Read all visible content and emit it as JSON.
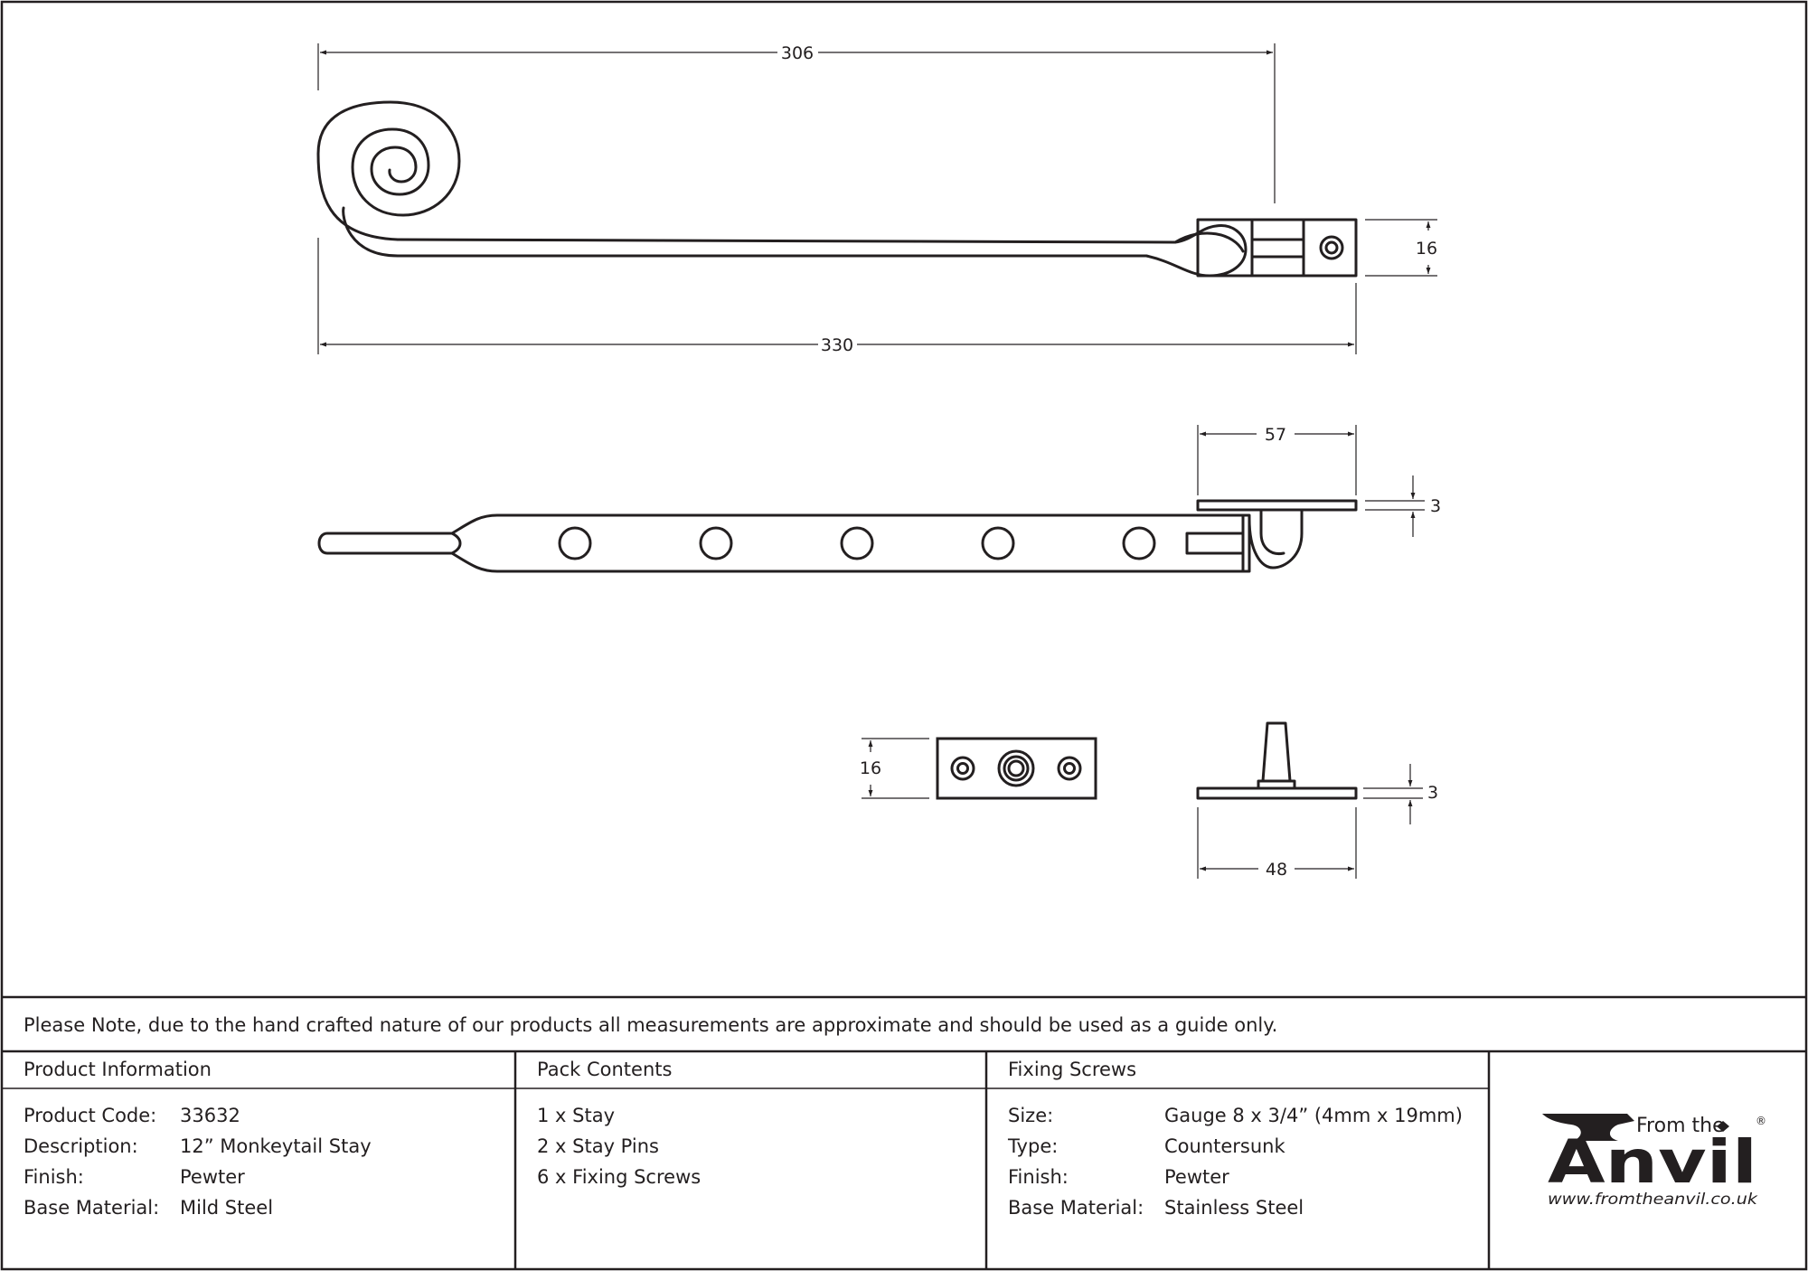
{
  "drawing": {
    "top_view": {
      "overall_length_dim": "330",
      "arm_length_dim": "306",
      "height_dim": "16"
    },
    "side_view": {
      "bracket_length_dim": "57",
      "plate_thickness_dim": "3"
    },
    "pin_plate_top": {
      "width_dim": "16"
    },
    "pin_plate_side": {
      "thickness_dim": "3",
      "length_dim": "48"
    }
  },
  "note": "Please Note, due to the hand crafted nature of our products all measurements are approximate and should be used as a guide only.",
  "product_info": {
    "header": "Product Information",
    "rows": [
      {
        "label": "Product Code:",
        "value": "33632"
      },
      {
        "label": "Description:",
        "value": "12” Monkeytail Stay"
      },
      {
        "label": "Finish:",
        "value": "Pewter"
      },
      {
        "label": "Base Material:",
        "value": "Mild Steel"
      }
    ]
  },
  "pack_contents": {
    "header": "Pack Contents",
    "items": [
      "1 x Stay",
      "2 x Stay Pins",
      "6 x Fixing Screws"
    ]
  },
  "fixing_screws": {
    "header": "Fixing Screws",
    "rows": [
      {
        "label": "Size:",
        "value": "Gauge 8 x 3/4” (4mm x 19mm)"
      },
      {
        "label": "Type:",
        "value": "Countersunk"
      },
      {
        "label": "Finish:",
        "value": "Pewter"
      },
      {
        "label": "Base Material:",
        "value": "Stainless Steel"
      }
    ]
  },
  "logo": {
    "from_the": "From the",
    "anvil": "Anvil",
    "registered": "®",
    "url": "www.fromtheanvil.co.uk"
  },
  "colors": {
    "ink": "#231f20",
    "background": "#ffffff"
  }
}
